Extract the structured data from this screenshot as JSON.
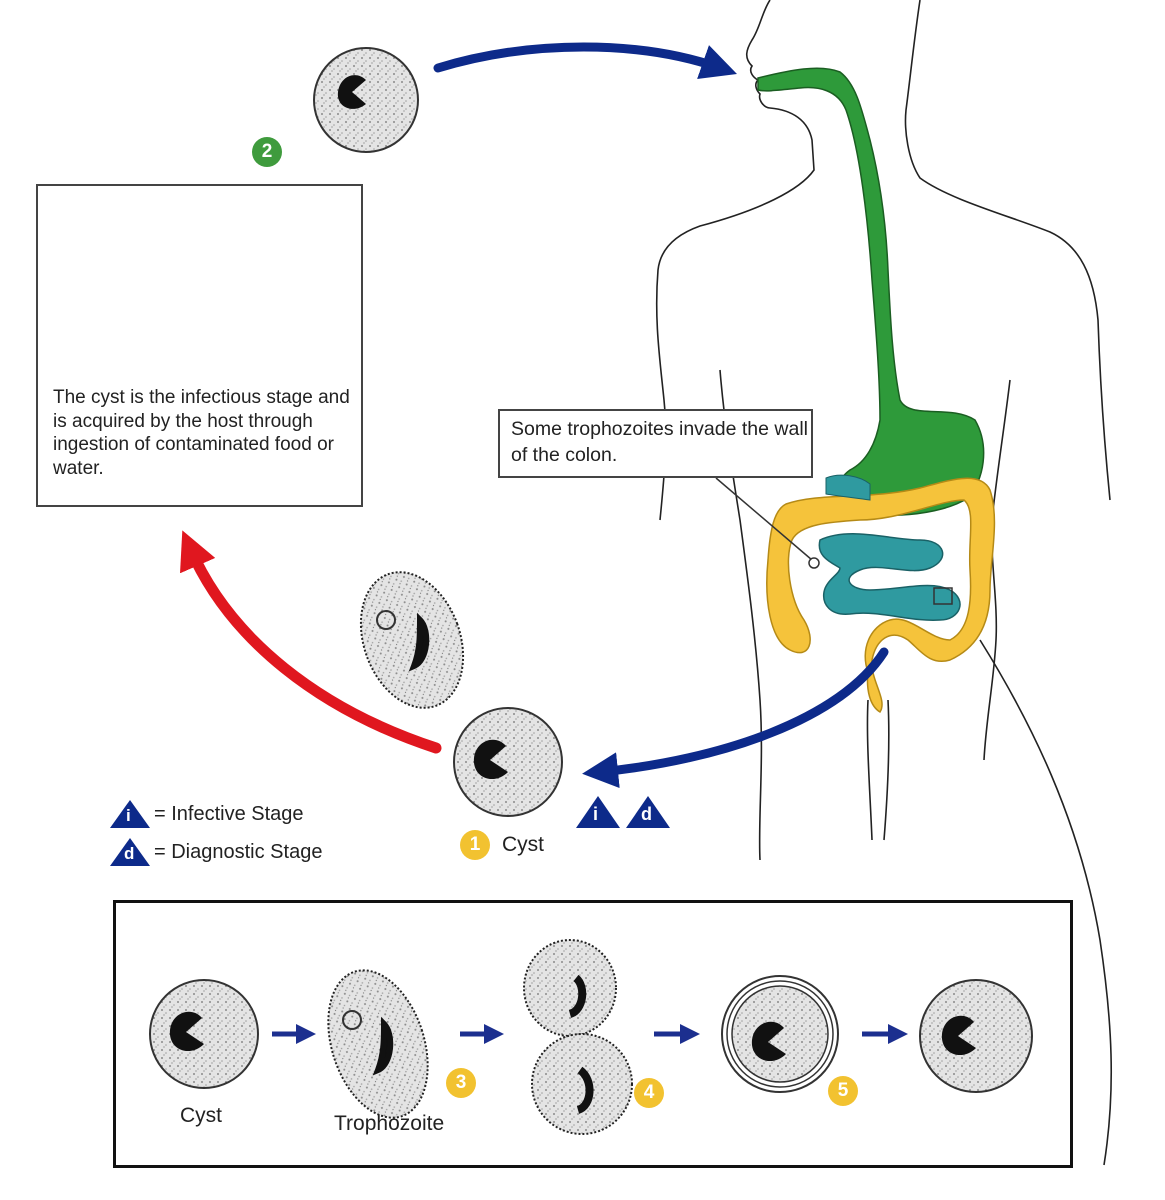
{
  "info_box": {
    "text": "The cyst is the infectious stage and is acquired by the host through ingestion of contaminated food or water."
  },
  "invade_box": {
    "text": "Some trophozoites invade the wall of the colon."
  },
  "legend": {
    "infective_symbol": "i",
    "infective_label": "= Infective Stage",
    "diagnostic_symbol": "d",
    "diagnostic_label": "= Diagnostic Stage"
  },
  "stages": {
    "one": "1",
    "two": "2",
    "three": "3",
    "four": "4",
    "five": "5",
    "cyst_label": "Cyst"
  },
  "diagnostic_markers": {
    "i": "i",
    "d": "d"
  },
  "bottom_sequence": {
    "cyst_label": "Cyst",
    "trophozoite_label": "Trophozoite"
  },
  "colors": {
    "blue_arrow": "#0d2a8a",
    "red_arrow": "#e0171f",
    "esophagus_green": "#2e9a3a",
    "colon_yellow": "#f5c33b",
    "intestine_teal": "#2f9aa0",
    "badge_green": "#3f9b3d",
    "badge_yellow": "#f2c230"
  }
}
